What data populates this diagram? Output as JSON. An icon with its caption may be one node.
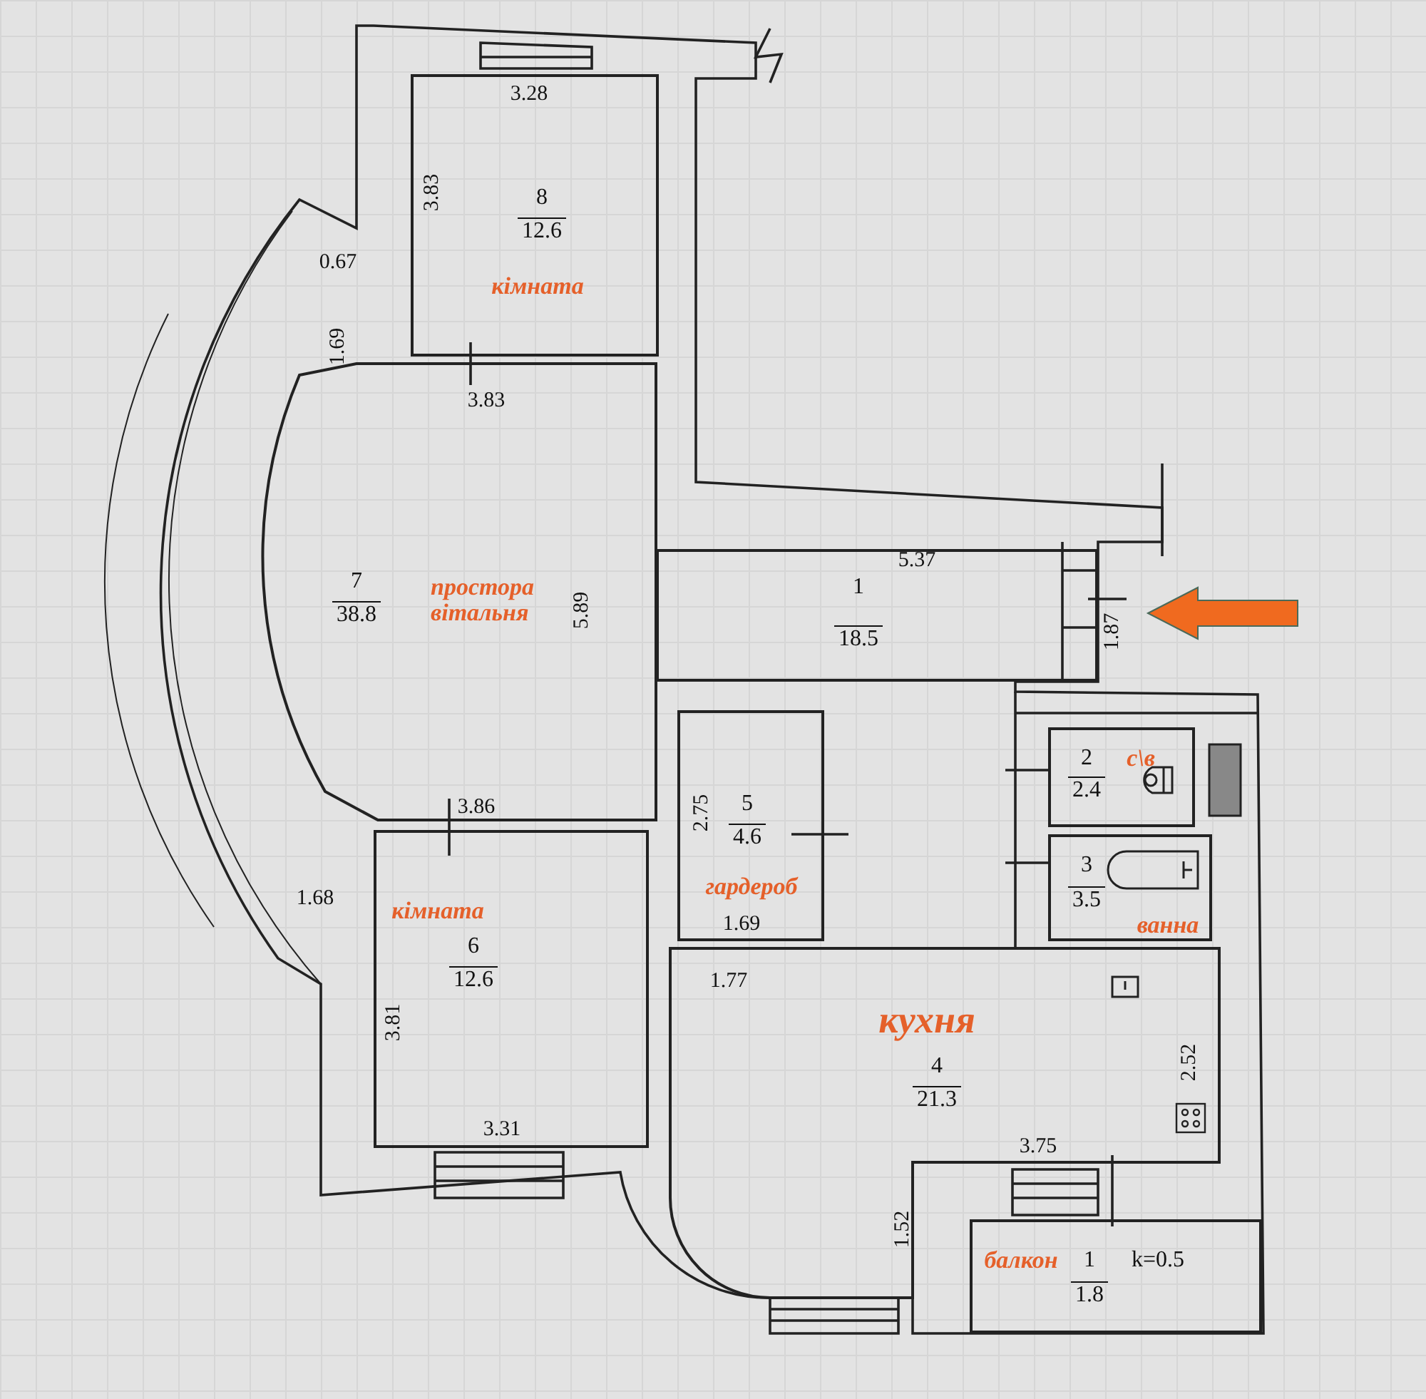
{
  "diagram": {
    "nodes": [
      {
        "text": [
          "8",
          "12.6",
          "кімната"
        ]
      },
      {
        "text": [
          "7",
          "38.8",
          "простора вітальня"
        ]
      },
      {
        "text": [
          "1",
          "18.5"
        ]
      },
      {
        "text": [
          "2",
          "2.4",
          "с\\в"
        ]
      },
      {
        "text": [
          "3",
          "3.5",
          "ванна"
        ]
      },
      {
        "text": [
          "5",
          "4.6",
          "гардероб"
        ]
      },
      {
        "text": [
          "кімната",
          "6",
          "12.6"
        ]
      },
      {
        "text": [
          "кухня",
          "4",
          "21.3"
        ]
      },
      {
        "text": [
          "балкон",
          "1",
          "k=0.5",
          "1.8"
        ]
      }
    ],
    "labels": [
      "3.28",
      "3.83",
      "0.67",
      "1.69",
      "3.83",
      "5.37",
      "5.89",
      "1.87",
      "3.86",
      "2.75",
      "1.68",
      "1.69",
      "1.77",
      "3.81",
      "3.31",
      "2.52",
      "3.75",
      "1.52"
    ]
  }
}
